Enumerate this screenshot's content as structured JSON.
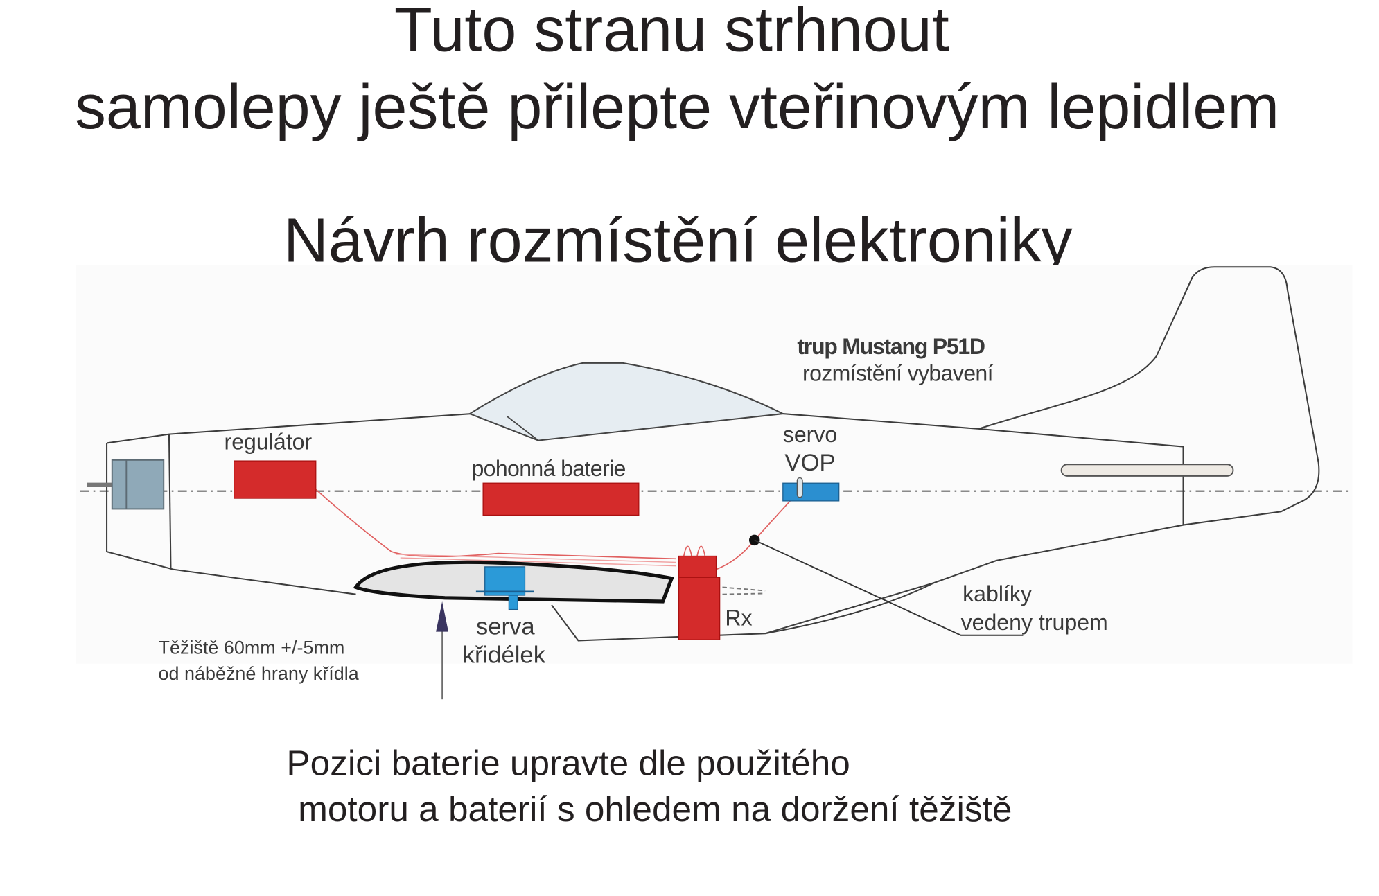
{
  "titles": {
    "line1": "Tuto stranu strhnout",
    "line2": "samolepy ještě přilepte vteřinovým lepidlem",
    "heading": "Návrh rozmístění elektroniky"
  },
  "diagram": {
    "title": "trup Mustang P51D",
    "subtitle": "rozmístění vybavení",
    "labels": {
      "regulator": "regulátor",
      "battery": "pohonná baterie",
      "servo_vop_1": "servo",
      "servo_vop_2": "VOP",
      "rx": "Rx",
      "aileron_servo_1": "serva",
      "aileron_servo_2": "křidélek",
      "cables_1": "kablíky",
      "cables_2": "vedeny trupem",
      "cg_1": "Těžiště 60mm +/-5mm",
      "cg_2": "od náběžné hrany křídla"
    },
    "colors": {
      "red_component": "#d42b2b",
      "blue_servo": "#2b8fd0",
      "motor": "#8fa9b8",
      "wire": "#e06060"
    }
  },
  "note": {
    "line1": "Pozici baterie upravte dle použitého",
    "line2": "motoru a baterií s ohledem na doržení těžiště"
  }
}
